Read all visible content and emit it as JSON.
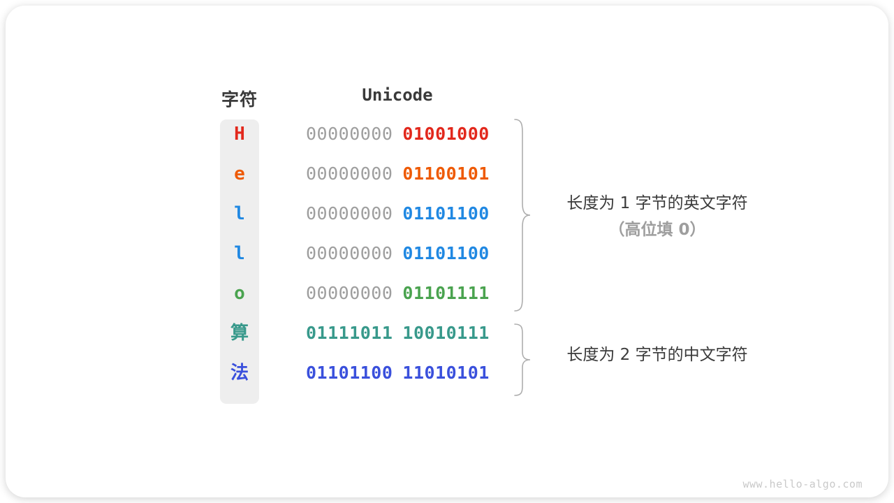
{
  "table": {
    "char_header": "字符",
    "unicode_header": "Unicode",
    "rows": [
      {
        "char": "H",
        "byte1": "00000000",
        "byte2": "01001000",
        "char_color": "#e2281c",
        "byte1_color": "#9e9e9e",
        "byte2_color": "#e2281c"
      },
      {
        "char": "e",
        "byte1": "00000000",
        "byte2": "01100101",
        "char_color": "#ee5a05",
        "byte1_color": "#9e9e9e",
        "byte2_color": "#ee5a05"
      },
      {
        "char": "l",
        "byte1": "00000000",
        "byte2": "01101100",
        "char_color": "#2088e2",
        "byte1_color": "#9e9e9e",
        "byte2_color": "#2088e2"
      },
      {
        "char": "l",
        "byte1": "00000000",
        "byte2": "01101100",
        "char_color": "#2088e2",
        "byte1_color": "#9e9e9e",
        "byte2_color": "#2088e2"
      },
      {
        "char": "o",
        "byte1": "00000000",
        "byte2": "01101111",
        "char_color": "#4aa34f",
        "byte1_color": "#9e9e9e",
        "byte2_color": "#4aa34f"
      },
      {
        "char": "算",
        "byte1": "01111011",
        "byte2": "10010111",
        "char_color": "#38998b",
        "byte1_color": "#38998b",
        "byte2_color": "#38998b"
      },
      {
        "char": "法",
        "byte1": "01101100",
        "byte2": "11010101",
        "char_color": "#3a50dc",
        "byte1_color": "#3a50dc",
        "byte2_color": "#3a50dc"
      }
    ]
  },
  "annotations": {
    "group1_line1": "长度为 1 字节的英文字符",
    "group1_line2": "（高位填 0）",
    "group2_line1": "长度为 2 字节的中文字符"
  },
  "watermark": "www.hello-algo.com",
  "colors": {
    "header_text": "#3a3a3a",
    "annotation_text": "#3a3a3a",
    "annotation_muted": "#9e9e9e",
    "zero_padding_gray": "#9e9e9e",
    "brace": "#adadad",
    "char_column_bg": "#eeeeee",
    "watermark": "#c9c9c9",
    "card_bg": "#ffffff"
  }
}
